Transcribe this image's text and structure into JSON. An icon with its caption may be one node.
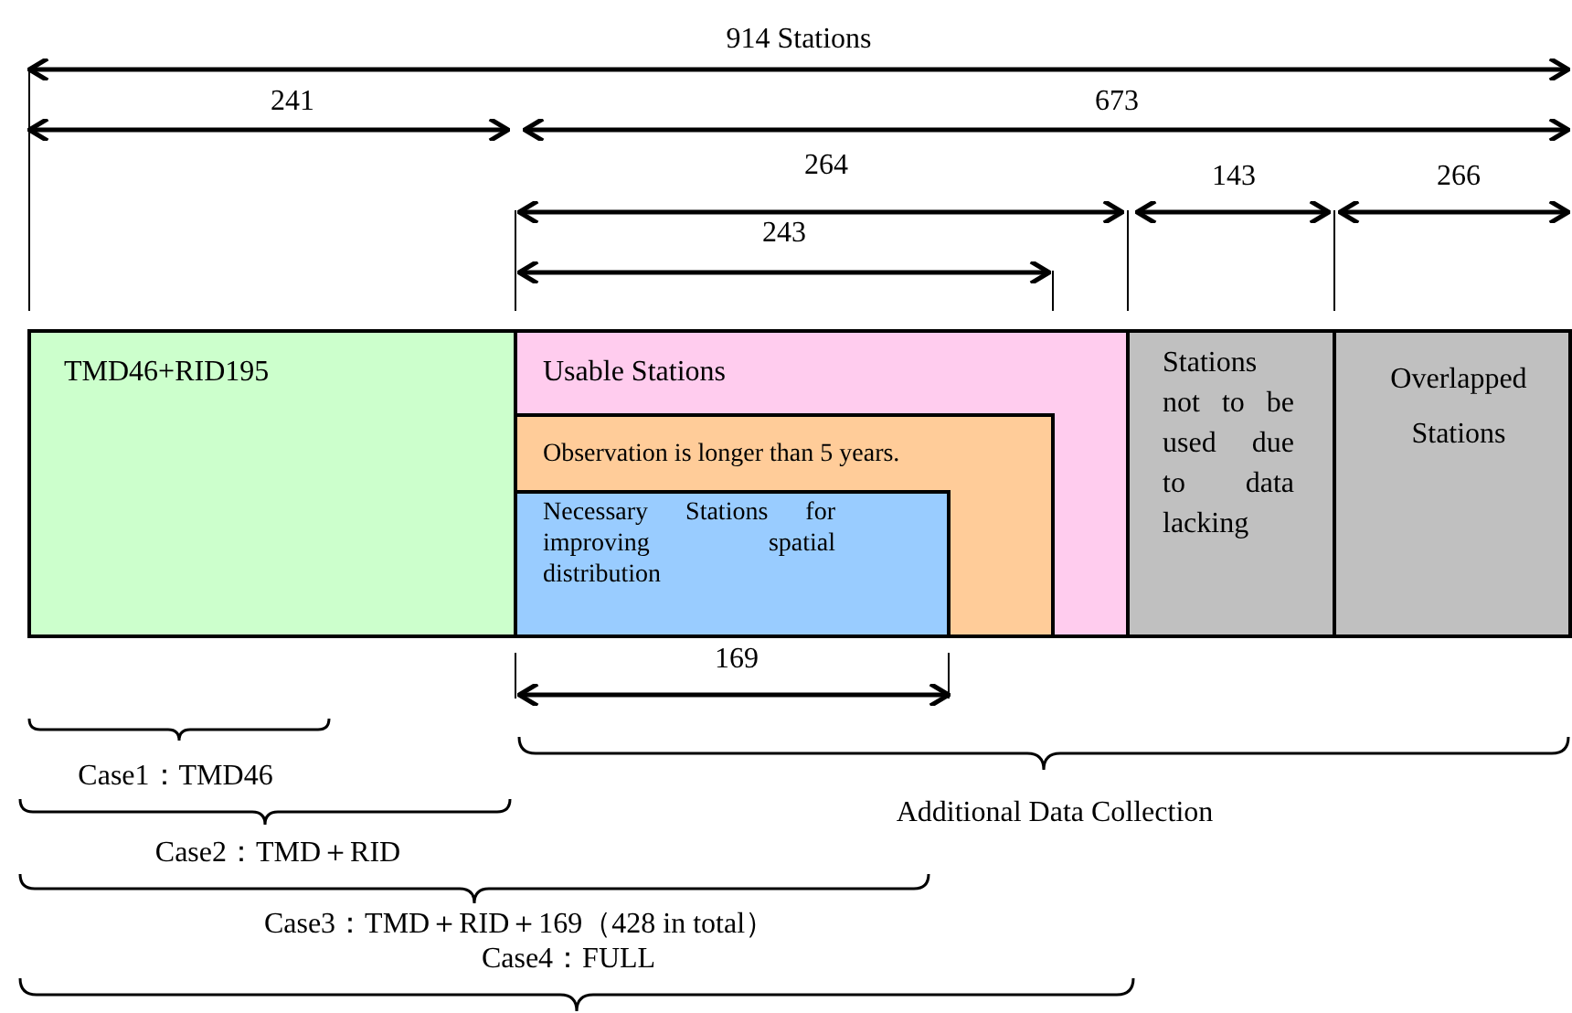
{
  "diagram": {
    "nodes": [
      {
        "text": [
          "TMD46+RID195"
        ]
      },
      {
        "text": [
          "Usable Stations"
        ]
      },
      {
        "text": [
          "Observation is longer than 5 years."
        ],
        "in": 1
      },
      {
        "text": [
          "Necessary Stations for improving spatial distribution"
        ],
        "in": 2
      },
      {
        "text": [
          "Stations not to be used due to data lacking"
        ]
      },
      {
        "text": [
          "Overlapped Stations"
        ]
      }
    ],
    "edges": [],
    "labels": [
      "914 Stations",
      "241",
      "673",
      "264",
      "143",
      "266",
      "243",
      "169",
      "Case1：TMD46",
      "Additional Data Collection",
      "Case2：TMD＋RID",
      "Case3：TMD＋RID＋169（428 in total）",
      "Case4：FULL"
    ]
  }
}
